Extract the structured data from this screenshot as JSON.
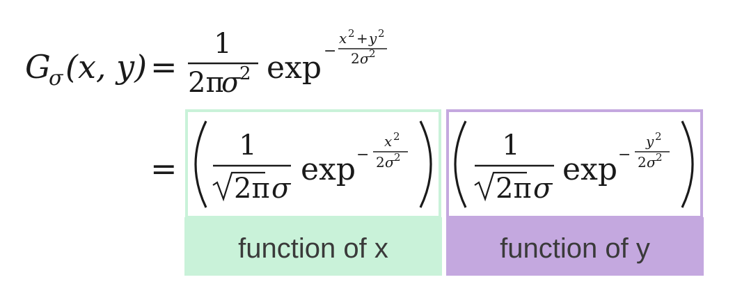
{
  "equation": {
    "line1": {
      "lhs_func": "G",
      "lhs_sub": "σ",
      "lhs_args": "(x, y)",
      "equals": "=",
      "frac_num": "1",
      "frac_den_coef": "2π",
      "frac_den_var": "σ",
      "frac_den_exp": "2",
      "exp_word": "exp",
      "exp_minus": "−",
      "exp_num_x": "x",
      "exp_num_sup1": "2",
      "exp_num_plus": "+",
      "exp_num_y": "y",
      "exp_num_sup2": "2",
      "exp_den_coef": "2",
      "exp_den_var": "σ",
      "exp_den_sup": "2"
    },
    "line2": {
      "equals": "=",
      "factor_x": {
        "num": "1",
        "den_root": "2π",
        "den_var": "σ",
        "exp_word": "exp",
        "exp_minus": "−",
        "exp_num_var": "x",
        "exp_num_sup": "2",
        "exp_den_coef": "2",
        "exp_den_var": "σ",
        "exp_den_sup": "2"
      },
      "factor_y": {
        "num": "1",
        "den_root": "2π",
        "den_var": "σ",
        "exp_word": "exp",
        "exp_minus": "−",
        "exp_num_var": "y",
        "exp_num_sup": "2",
        "exp_den_coef": "2",
        "exp_den_var": "σ",
        "exp_den_sup": "2"
      }
    }
  },
  "labels": {
    "x": "function of x",
    "y": "function of y"
  },
  "colors": {
    "x_box": "#c9f2d9",
    "y_box": "#c4a8df",
    "ink": "#1a1a1a",
    "label_text": "#3a3a3a"
  }
}
